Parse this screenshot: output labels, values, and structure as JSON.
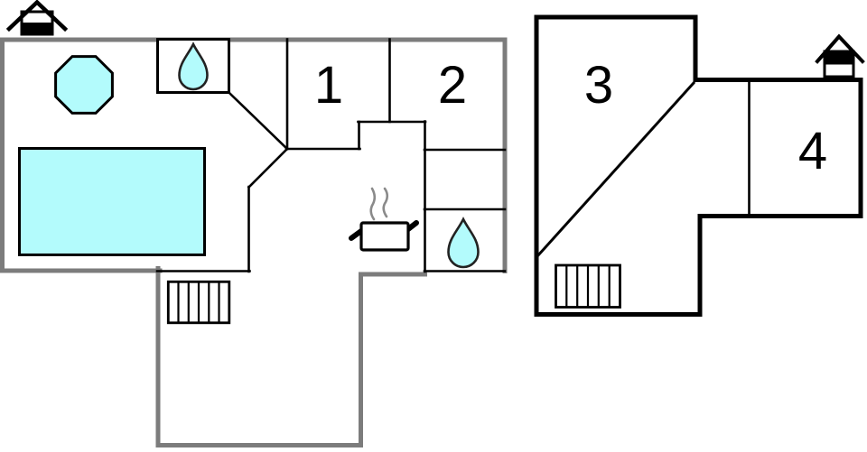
{
  "rooms": [
    {
      "label": "1"
    },
    {
      "label": "2"
    },
    {
      "label": "3"
    },
    {
      "label": "4"
    }
  ],
  "floors": [
    {
      "name": "ground-floor",
      "room_labels": [
        "1",
        "2"
      ]
    },
    {
      "name": "upper-floor",
      "room_labels": [
        "3",
        "4"
      ]
    }
  ],
  "icons": {
    "entrance_house": "house-ground-floor-marker",
    "upper_floor_house": "house-upper-floor-marker",
    "water_drop": "water-drop",
    "kitchen_pot": "steaming-pot",
    "stairs": "stairs",
    "pool": "pool",
    "hot_tub": "hot-tub-octagon"
  },
  "colors": {
    "water": "#b3fbfc",
    "outer_wall_gray": "#7c7c7c",
    "wall_black": "#000000",
    "steam": "#8a8a8a",
    "background": "#ffffff",
    "drop_outline": "#222222"
  }
}
